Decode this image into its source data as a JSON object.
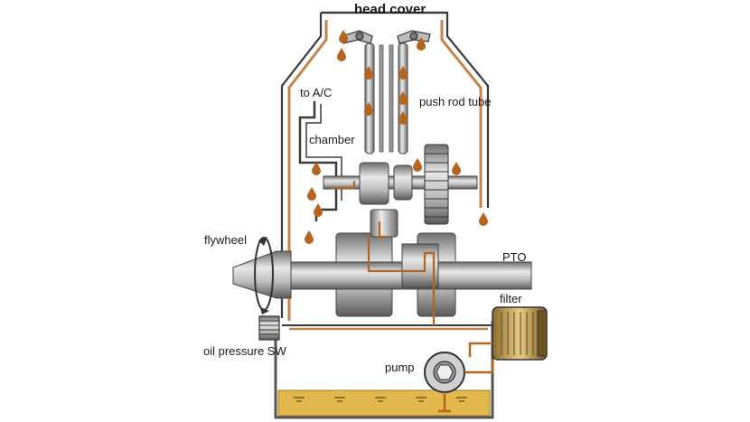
{
  "labels": {
    "head_cover": "head cover",
    "to_ac": "to A/C",
    "push_rod_tube": "push rod tube",
    "chamber": "chamber",
    "flywheel": "flywheel",
    "pto": "PTO",
    "filter": "filter",
    "oil_pressure_sw": "oil pressure SW",
    "pump": "pump"
  },
  "colors": {
    "oil": "#b5651d",
    "oil_fill": "#e2b84c",
    "metal": "#8f8f8f",
    "metal_light": "#d6d6d6",
    "outline": "#333333",
    "filter_body": "#c9a35a"
  },
  "icons": [
    "oil-drop-icon",
    "rotation-arrow-icon"
  ]
}
